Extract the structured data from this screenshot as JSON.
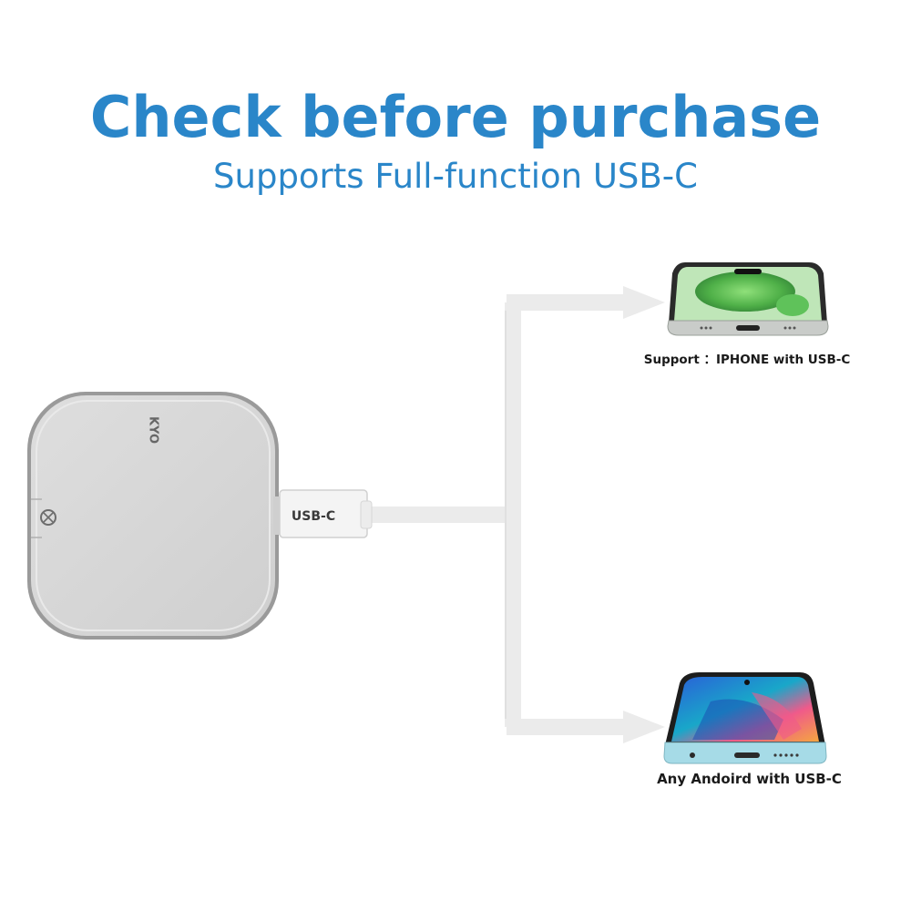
{
  "header": {
    "title": "Check before purchase",
    "subtitle": "Supports Full-function USB-C"
  },
  "device": {
    "brand": "KYO",
    "connector_label": "USB-C"
  },
  "targets": [
    {
      "label": "Support ：IPHONE with USB-C"
    },
    {
      "label": "Any Andoird with USB-C"
    }
  ],
  "colors": {
    "accent": "#2a86c9",
    "device_body": "#d4d4d4",
    "cable": "#eeeeee"
  }
}
